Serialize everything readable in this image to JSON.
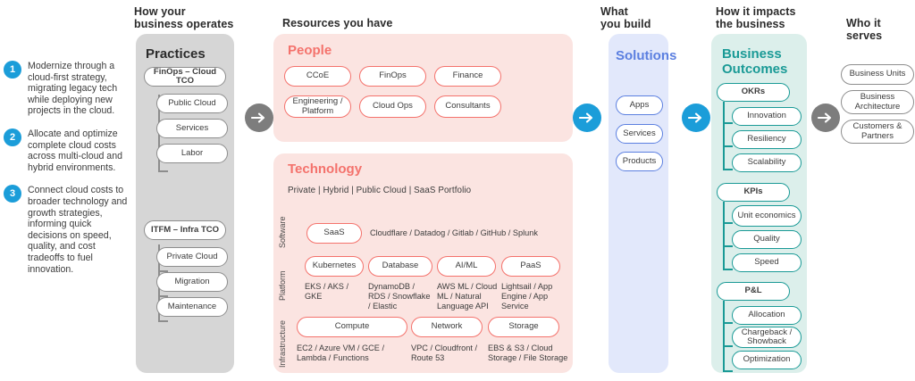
{
  "columns": {
    "operates": "How your\nbusiness operates",
    "resources": "Resources you have",
    "build": "What\nyou build",
    "impacts": "How it impacts\nthe business",
    "serves": "Who it serves"
  },
  "headings": {
    "operates_l1": "How your",
    "operates_l2": "business operates",
    "resources": "Resources you have",
    "build_l1": "What",
    "build_l2": "you build",
    "impacts_l1": "How it impacts",
    "impacts_l2": "the business",
    "serves": "Who it serves"
  },
  "bullets": [
    {
      "num": "1",
      "text": "Modernize through a cloud-first strategy, migrating legacy tech while deploying new projects in the cloud."
    },
    {
      "num": "2",
      "text": "Allocate and optimize complete cloud costs across multi-cloud and hybrid environments."
    },
    {
      "num": "3",
      "text": "Connect cloud costs to broader technology and growth strategies, informing quick decisions on speed, quality, and cost tradeoffs to fuel innovation."
    }
  ],
  "practices": {
    "title": "Practices",
    "groups": [
      {
        "head": "FinOps – Cloud TCO",
        "children": [
          "Public Cloud",
          "Services",
          "Labor"
        ]
      },
      {
        "head": "ITFM – Infra TCO",
        "children": [
          "Private Cloud",
          "Migration",
          "Maintenance"
        ]
      }
    ]
  },
  "people": {
    "title": "People",
    "row1": [
      "CCoE",
      "FinOps",
      "Finance"
    ],
    "row2": [
      "Engineering / Platform",
      "Cloud Ops",
      "Consultants"
    ]
  },
  "technology": {
    "title": "Technology",
    "portfolio": "Private  |  Hybrid  |  Public Cloud | SaaS Portfolio",
    "rows": [
      {
        "label": "Software",
        "items": [
          {
            "pill": "SaaS",
            "desc": ""
          }
        ],
        "inline_desc": "Cloudflare / Datadog / Gitlab / GitHub /  Splunk"
      },
      {
        "label": "Platform",
        "items": [
          {
            "pill": "Kubernetes",
            "desc": "EKS / AKS / GKE"
          },
          {
            "pill": "Database",
            "desc": "DynamoDB / RDS / Snowflake / Elastic"
          },
          {
            "pill": "AI/ML",
            "desc": "AWS ML / Cloud ML / Natural Language API"
          },
          {
            "pill": "PaaS",
            "desc": "Lightsail / App Engine / App Service"
          }
        ],
        "inline_desc": ""
      },
      {
        "label": "Infrastructure",
        "items": [
          {
            "pill": "Compute",
            "desc": "EC2 / Azure VM / GCE / Lambda / Functions"
          },
          {
            "pill": "Network",
            "desc": "VPC / Cloudfront / Route 53"
          },
          {
            "pill": "Storage",
            "desc": "EBS & S3 / Cloud Storage / File Storage"
          }
        ],
        "inline_desc": ""
      }
    ]
  },
  "solutions": {
    "title": "Solutions",
    "items": [
      "Apps",
      "Services",
      "Products"
    ]
  },
  "outcomes": {
    "title_l1": "Business",
    "title_l2": "Outcomes",
    "groups": [
      {
        "head": "OKRs",
        "children": [
          "Innovation",
          "Resiliency",
          "Scalability"
        ]
      },
      {
        "head": "KPIs",
        "children": [
          "Unit economics",
          "Quality",
          "Speed"
        ]
      },
      {
        "head": "P&L",
        "children": [
          "Allocation",
          "Chargeback / Showback",
          "Optimization"
        ]
      }
    ]
  },
  "serves": {
    "items": [
      "Business Units",
      "Business Architecture",
      "Customers & Partners"
    ]
  },
  "arrows": [
    {
      "name": "arrow-practices-to-resources",
      "color": "#7d7d7d"
    },
    {
      "name": "arrow-resources-to-solutions",
      "color": "#1b9dd9"
    },
    {
      "name": "arrow-solutions-to-outcomes",
      "color": "#1b9dd9"
    },
    {
      "name": "arrow-outcomes-to-serves",
      "color": "#7d7d7d"
    }
  ],
  "colors": {
    "accent_blue": "#1b9dd9",
    "people_red": "#f4726c",
    "solutions_blue": "#5b7fe0",
    "outcomes_teal": "#1a9a96",
    "panel_gray": "#d6d6d6",
    "panel_pink": "#fbe4e1",
    "panel_lavender": "#e2e8fb",
    "panel_mint": "#dcefeb"
  }
}
